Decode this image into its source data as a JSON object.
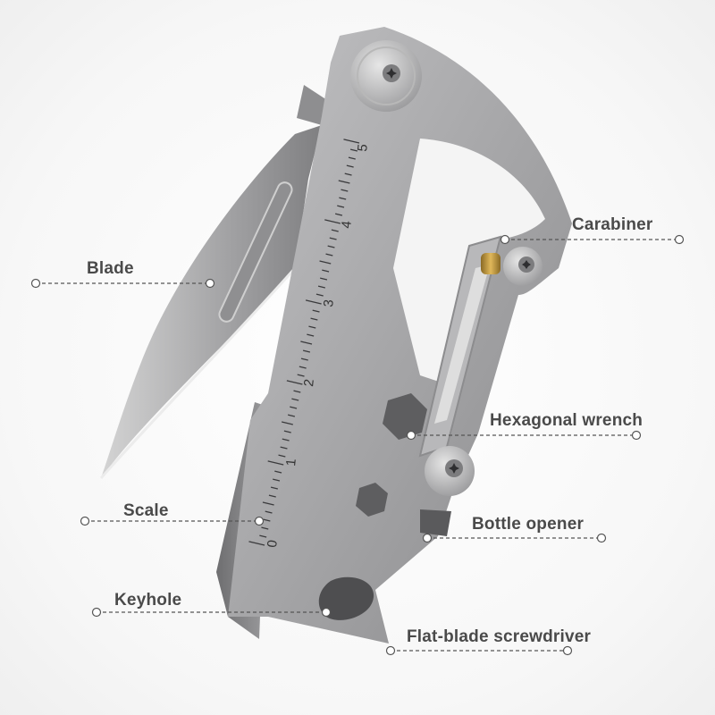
{
  "callouts": {
    "blade": "Blade",
    "carabiner": "Carabiner",
    "hex_wrench": "Hexagonal wrench",
    "scale": "Scale",
    "bottle_opener": "Bottle opener",
    "keyhole": "Keyhole",
    "screwdriver": "Flat-blade screwdriver"
  },
  "ruler_numbers": [
    "0",
    "1",
    "2",
    "3",
    "4",
    "5"
  ],
  "colors": {
    "label_text": "#4a4a4a",
    "leader_line": "#555555",
    "titanium_body": "#a9a9ab",
    "brass_pin": "#c8a040"
  },
  "icons": [
    "torx-screw-icon",
    "hex-hole-icon"
  ]
}
